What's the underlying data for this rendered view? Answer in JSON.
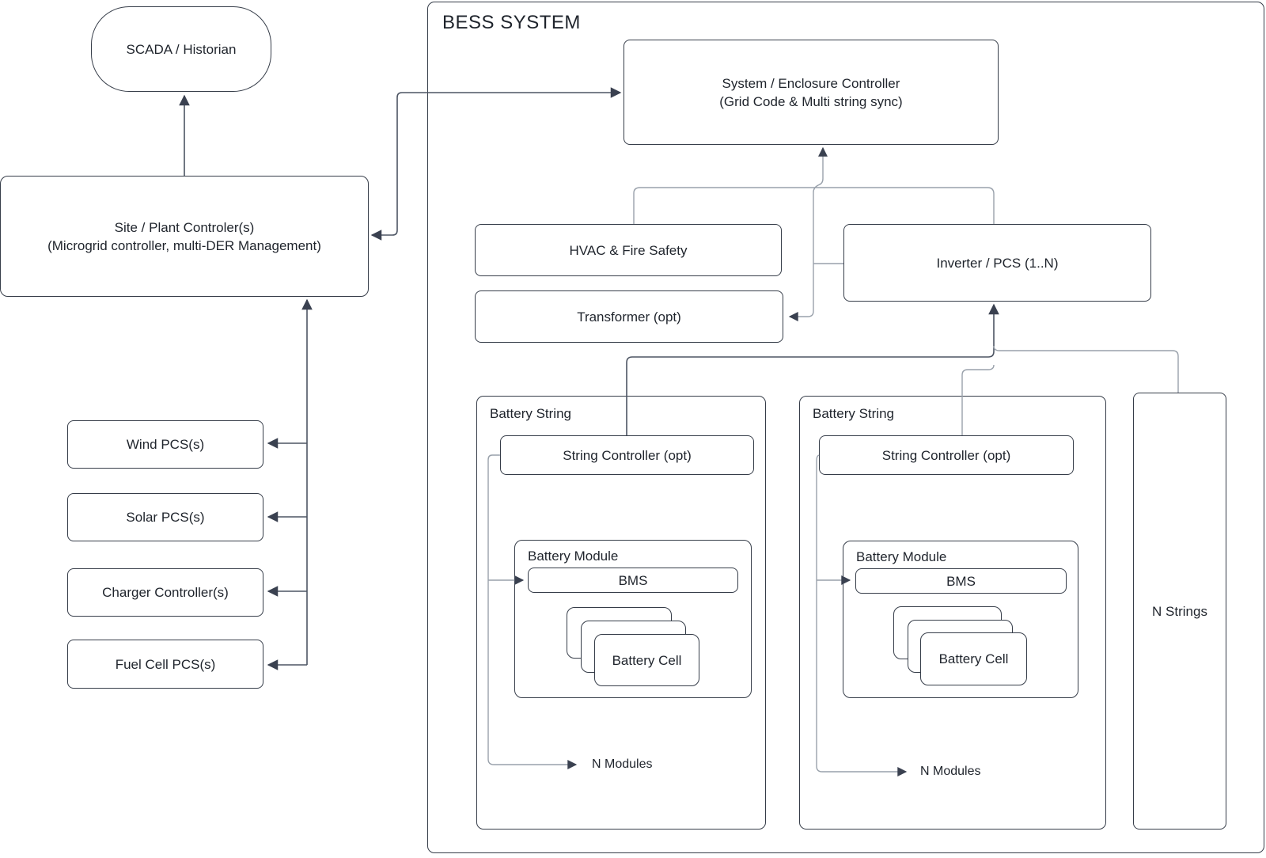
{
  "diagram": {
    "scada_label": "SCADA / Historian",
    "site_controller": {
      "line1": "Site / Plant Controler(s)",
      "line2": "(Microgrid controller, multi-DER Management)"
    },
    "left_column": [
      {
        "label": "Wind PCS(s)"
      },
      {
        "label": "Solar PCS(s)"
      },
      {
        "label": "Charger Controller(s)"
      },
      {
        "label": "Fuel Cell PCS(s)"
      }
    ],
    "bess": {
      "title": "BESS SYSTEM",
      "system_controller": {
        "line1": "System / Enclosure Controller",
        "line2": "(Grid Code & Multi string sync)"
      },
      "hvac_label": "HVAC & Fire Safety",
      "transformer_label": "Transformer (opt)",
      "inverter_label": "Inverter / PCS  (1..N)",
      "n_strings_label": "N Strings",
      "strings": [
        {
          "label": "Battery String",
          "controller": "String Controller (opt)",
          "module_label": "Battery Module",
          "bms": "BMS",
          "cell": "Battery Cell",
          "n_modules": "N Modules"
        },
        {
          "label": "Battery String",
          "controller": "String Controller (opt)",
          "module_label": "Battery Module",
          "bms": "BMS",
          "cell": "Battery Cell",
          "n_modules": "N Modules"
        }
      ]
    },
    "colors": {
      "border": "#363d49",
      "line_dark": "#4d5563",
      "line_light": "#99a1ab",
      "arrow": "#3a4150",
      "text": "#1f242c",
      "background": "#ffffff"
    }
  }
}
